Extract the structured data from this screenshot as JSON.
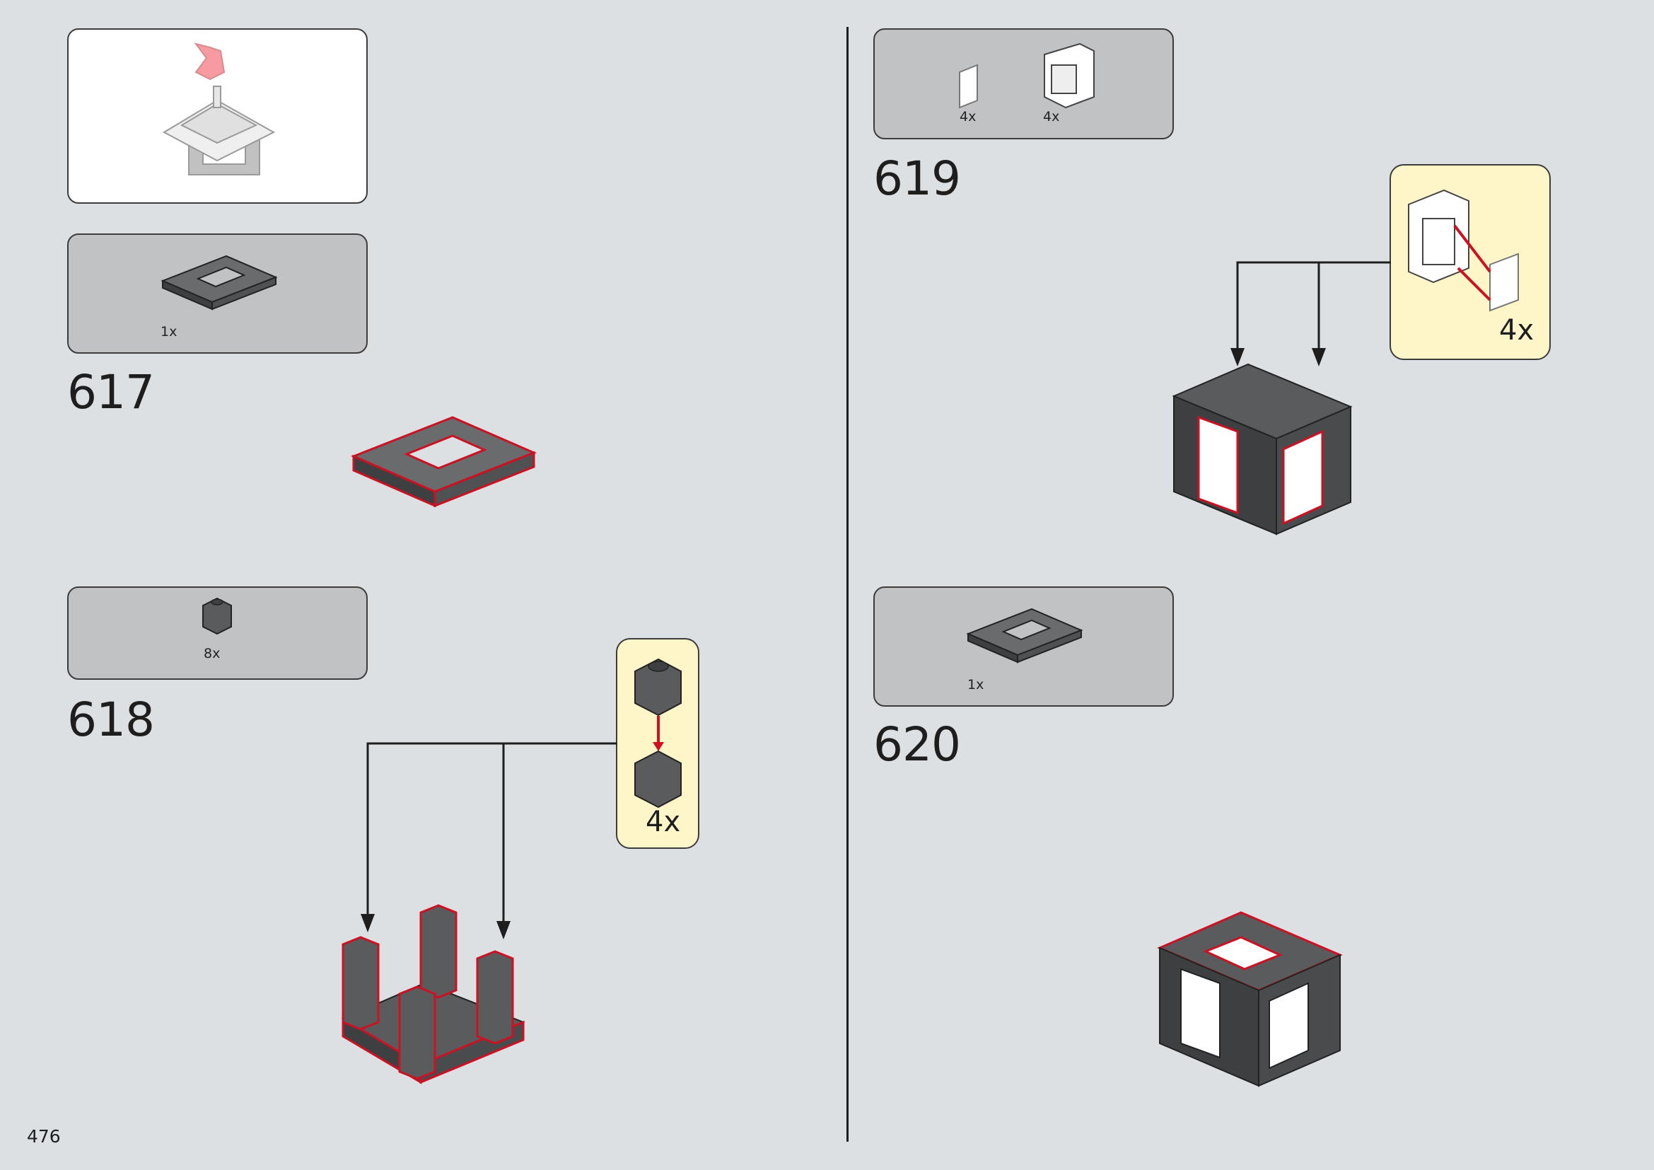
{
  "page": {
    "number": "476"
  },
  "colors": {
    "background": "#dde0e3",
    "parts_box": "#c1c2c4",
    "callout": "#fef6c9",
    "brick_dark": "#3e3f41",
    "brick_top": "#6a6b6d",
    "highlight": "#cc1122"
  },
  "steps": [
    {
      "number": "617",
      "parts": [
        {
          "name": "plate-4x4-with-hole",
          "qty": "1x"
        }
      ]
    },
    {
      "number": "618",
      "parts": [
        {
          "name": "brick-1x1",
          "qty": "8x"
        }
      ],
      "callout_qty": "4x"
    },
    {
      "number": "619",
      "parts": [
        {
          "name": "window-glass",
          "qty": "4x"
        },
        {
          "name": "window-frame-1x2x2",
          "qty": "4x"
        }
      ],
      "callout_qty": "4x"
    },
    {
      "number": "620",
      "parts": [
        {
          "name": "plate-4x4-with-hole",
          "qty": "1x"
        }
      ]
    }
  ]
}
